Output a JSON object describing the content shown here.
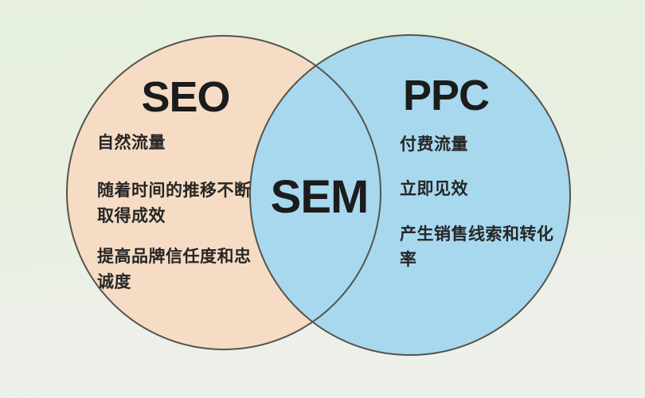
{
  "diagram": {
    "type": "venn",
    "left_circle": {
      "title": "SEO",
      "fill_color": "#f6dcc4",
      "items": [
        "自然流量",
        "随着时间的推移不断\n取得成效",
        "提高品牌信任度和忠\n诚度"
      ]
    },
    "right_circle": {
      "title": "PPC",
      "fill_color": "#a7d8ee",
      "items": [
        "付费流量",
        "立即见效",
        "产生销售线索和转化\n率"
      ]
    },
    "overlap": {
      "title": "SEM"
    },
    "outline_color": "#55544c",
    "text_color": "#262626",
    "background_top_color": "#e6f0dd",
    "background_bottom_color": "#eef0ea"
  }
}
